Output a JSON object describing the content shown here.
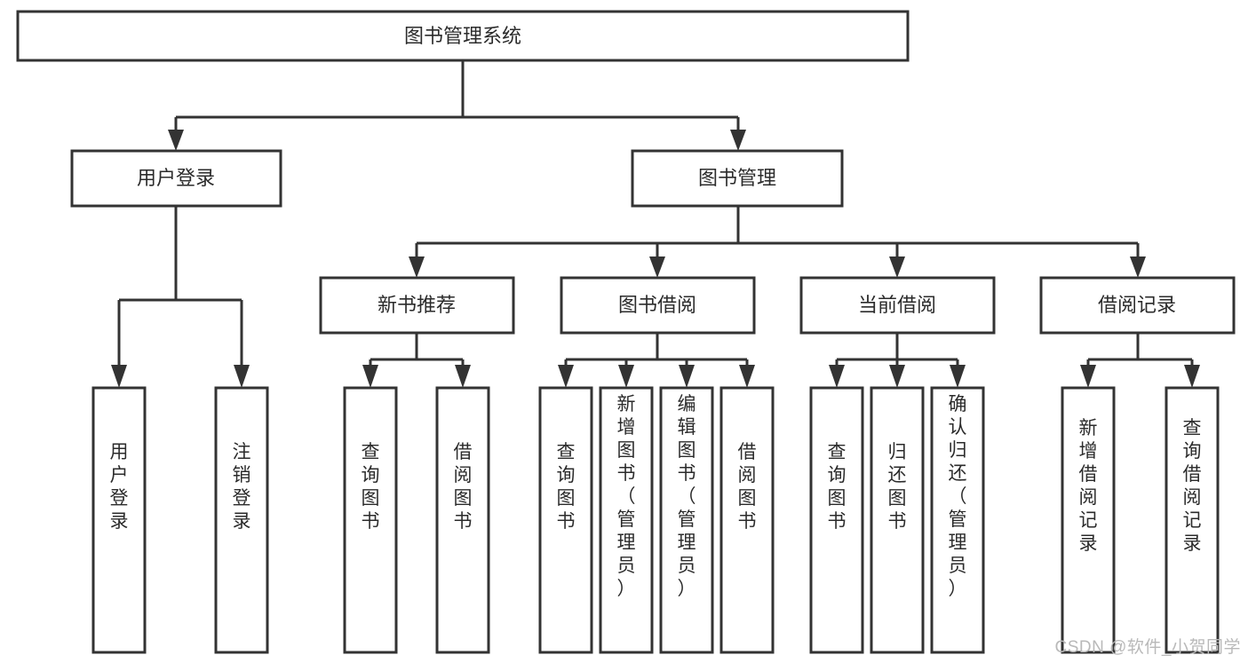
{
  "diagram": {
    "type": "tree",
    "orientation": "top-down",
    "root": {
      "id": "root",
      "label": "图书管理系统",
      "text_orientation": "horizontal"
    },
    "level2": [
      {
        "id": "user-login",
        "label": "用户登录",
        "text_orientation": "horizontal"
      },
      {
        "id": "book-management",
        "label": "图书管理",
        "text_orientation": "horizontal"
      }
    ],
    "level3": [
      {
        "id": "new-book-recommend",
        "label": "新书推荐",
        "parent": "book-management",
        "text_orientation": "horizontal"
      },
      {
        "id": "book-borrow",
        "label": "图书借阅",
        "parent": "book-management",
        "text_orientation": "horizontal"
      },
      {
        "id": "current-borrow",
        "label": "当前借阅",
        "parent": "book-management",
        "text_orientation": "horizontal"
      },
      {
        "id": "borrow-record",
        "label": "借阅记录",
        "parent": "book-management",
        "text_orientation": "horizontal"
      }
    ],
    "leaves": [
      {
        "id": "leaf-user-login",
        "label": "用户登录",
        "parent": "user-login",
        "text_orientation": "vertical"
      },
      {
        "id": "leaf-logout-login",
        "label": "注销登录",
        "parent": "user-login",
        "text_orientation": "vertical"
      },
      {
        "id": "leaf-query-book-1",
        "label": "查询图书",
        "parent": "new-book-recommend",
        "text_orientation": "vertical"
      },
      {
        "id": "leaf-borrow-book-1",
        "label": "借阅图书",
        "parent": "new-book-recommend",
        "text_orientation": "vertical"
      },
      {
        "id": "leaf-query-book-2",
        "label": "查询图书",
        "parent": "book-borrow",
        "text_orientation": "vertical"
      },
      {
        "id": "leaf-add-book-admin",
        "label": "新增图书（管理员）",
        "parent": "book-borrow",
        "text_orientation": "vertical"
      },
      {
        "id": "leaf-edit-book-admin",
        "label": "编辑图书（管理员）",
        "parent": "book-borrow",
        "text_orientation": "vertical"
      },
      {
        "id": "leaf-borrow-book-2",
        "label": "借阅图书",
        "parent": "book-borrow",
        "text_orientation": "vertical"
      },
      {
        "id": "leaf-query-book-3",
        "label": "查询图书",
        "parent": "current-borrow",
        "text_orientation": "vertical"
      },
      {
        "id": "leaf-return-book",
        "label": "归还图书",
        "parent": "current-borrow",
        "text_orientation": "vertical"
      },
      {
        "id": "leaf-confirm-return-admin",
        "label": "确认归还（管理员）",
        "parent": "current-borrow",
        "text_orientation": "vertical"
      },
      {
        "id": "leaf-add-borrow-record",
        "label": "新增借阅记录",
        "parent": "borrow-record",
        "text_orientation": "vertical"
      },
      {
        "id": "leaf-query-borrow-record",
        "label": "查询借阅记录",
        "parent": "borrow-record",
        "text_orientation": "vertical"
      }
    ]
  },
  "watermark": {
    "text": "CSDN @软件_小贺同学"
  },
  "colors": {
    "stroke": "#333333",
    "node_fill": "#ffffff",
    "text": "#2b2b2b",
    "background": "#ffffff",
    "watermark": "#b9b9b9"
  }
}
